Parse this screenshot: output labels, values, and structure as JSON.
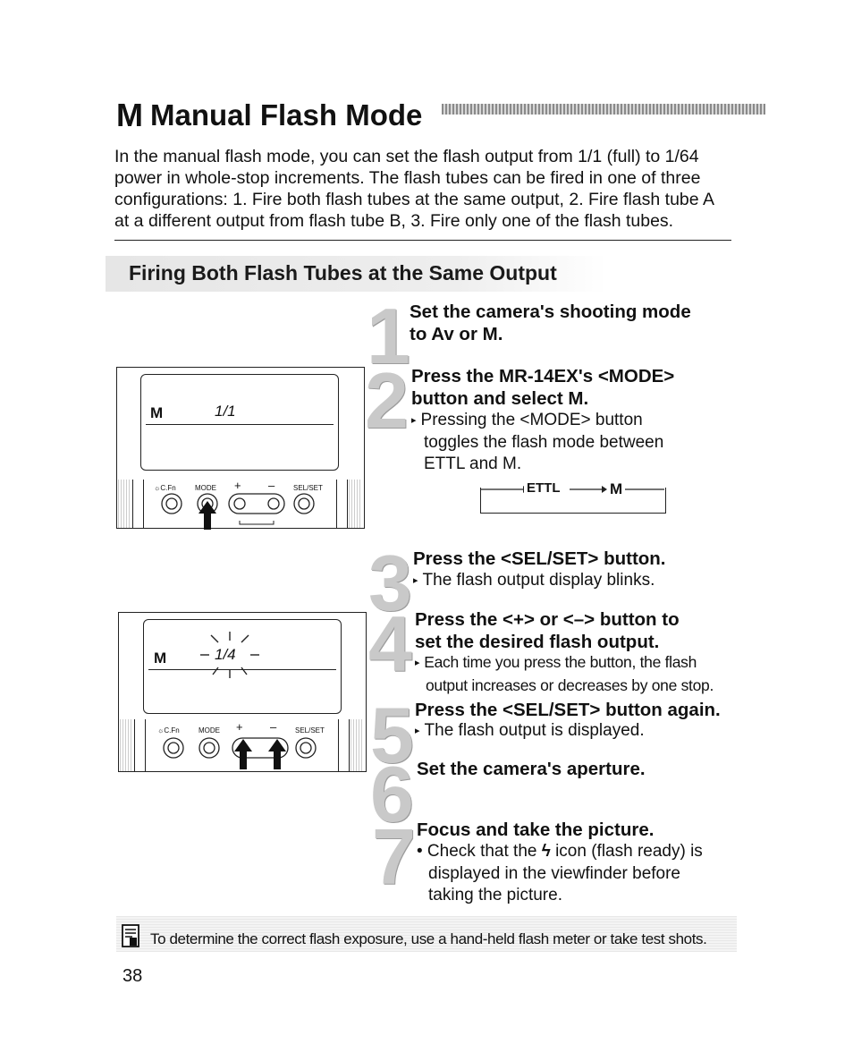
{
  "header": {
    "mode_letter": "M",
    "title": "Manual Flash Mode"
  },
  "intro": "In the manual flash mode, you can set the flash output from 1/1 (full) to 1/64 power in whole-stop increments. The flash tubes can be fired in one of three configurations: 1. Fire both flash tubes at the same output, 2. Fire flash tube A at a different output from flash tube B, 3. Fire only one of the flash tubes.",
  "section_title": "Firing Both Flash Tubes at the Same Output",
  "steps": [
    {
      "num": "1",
      "head_a": "Set the camera's shooting mode",
      "head_b": "to Av or M."
    },
    {
      "num": "2",
      "head_a": "Press the MR-14EX's <MODE>",
      "head_b": "button and select M.",
      "body_a": "Pressing the <MODE> button",
      "body_b": "toggles the flash mode between",
      "body_c": "ETTL and M."
    },
    {
      "num": "3",
      "head": "Press the <SEL/SET> button.",
      "body": "The flash output display blinks."
    },
    {
      "num": "4",
      "head_a": "Press the <+> or <–> button to",
      "head_b": "set the desired flash output.",
      "body_a": "Each time you press the button, the flash",
      "body_b": "output increases or decreases by one stop."
    },
    {
      "num": "5",
      "head": "Press the <SEL/SET> button again.",
      "body": "The flash output is displayed."
    },
    {
      "num": "6",
      "head": "Set the camera's aperture."
    },
    {
      "num": "7",
      "head": "Focus and take the picture.",
      "body_a": "• Check that the",
      "body_icon": "ϟ",
      "body_b": "icon (flash ready) is",
      "body_c": "displayed in the viewfinder before",
      "body_d": "taking the picture."
    }
  ],
  "flow": {
    "ettl": "ETTL",
    "m": "M"
  },
  "panel1": {
    "mode": "M",
    "value": "1/1",
    "cfn": "C.Fn",
    "mode_btn": "MODE",
    "plus": "+",
    "minus": "–",
    "selset": "SEL/SET"
  },
  "panel2": {
    "mode": "M",
    "value": "1/4",
    "cfn": "C.Fn",
    "mode_btn": "MODE",
    "plus": "+",
    "minus": "–",
    "selset": "SEL/SET"
  },
  "note": "To determine the correct flash exposure, use a hand-held flash meter or take test shots.",
  "page_number": "38",
  "icons": [
    "note-icon",
    "arrow-up-icon",
    "flash-ready-icon"
  ]
}
